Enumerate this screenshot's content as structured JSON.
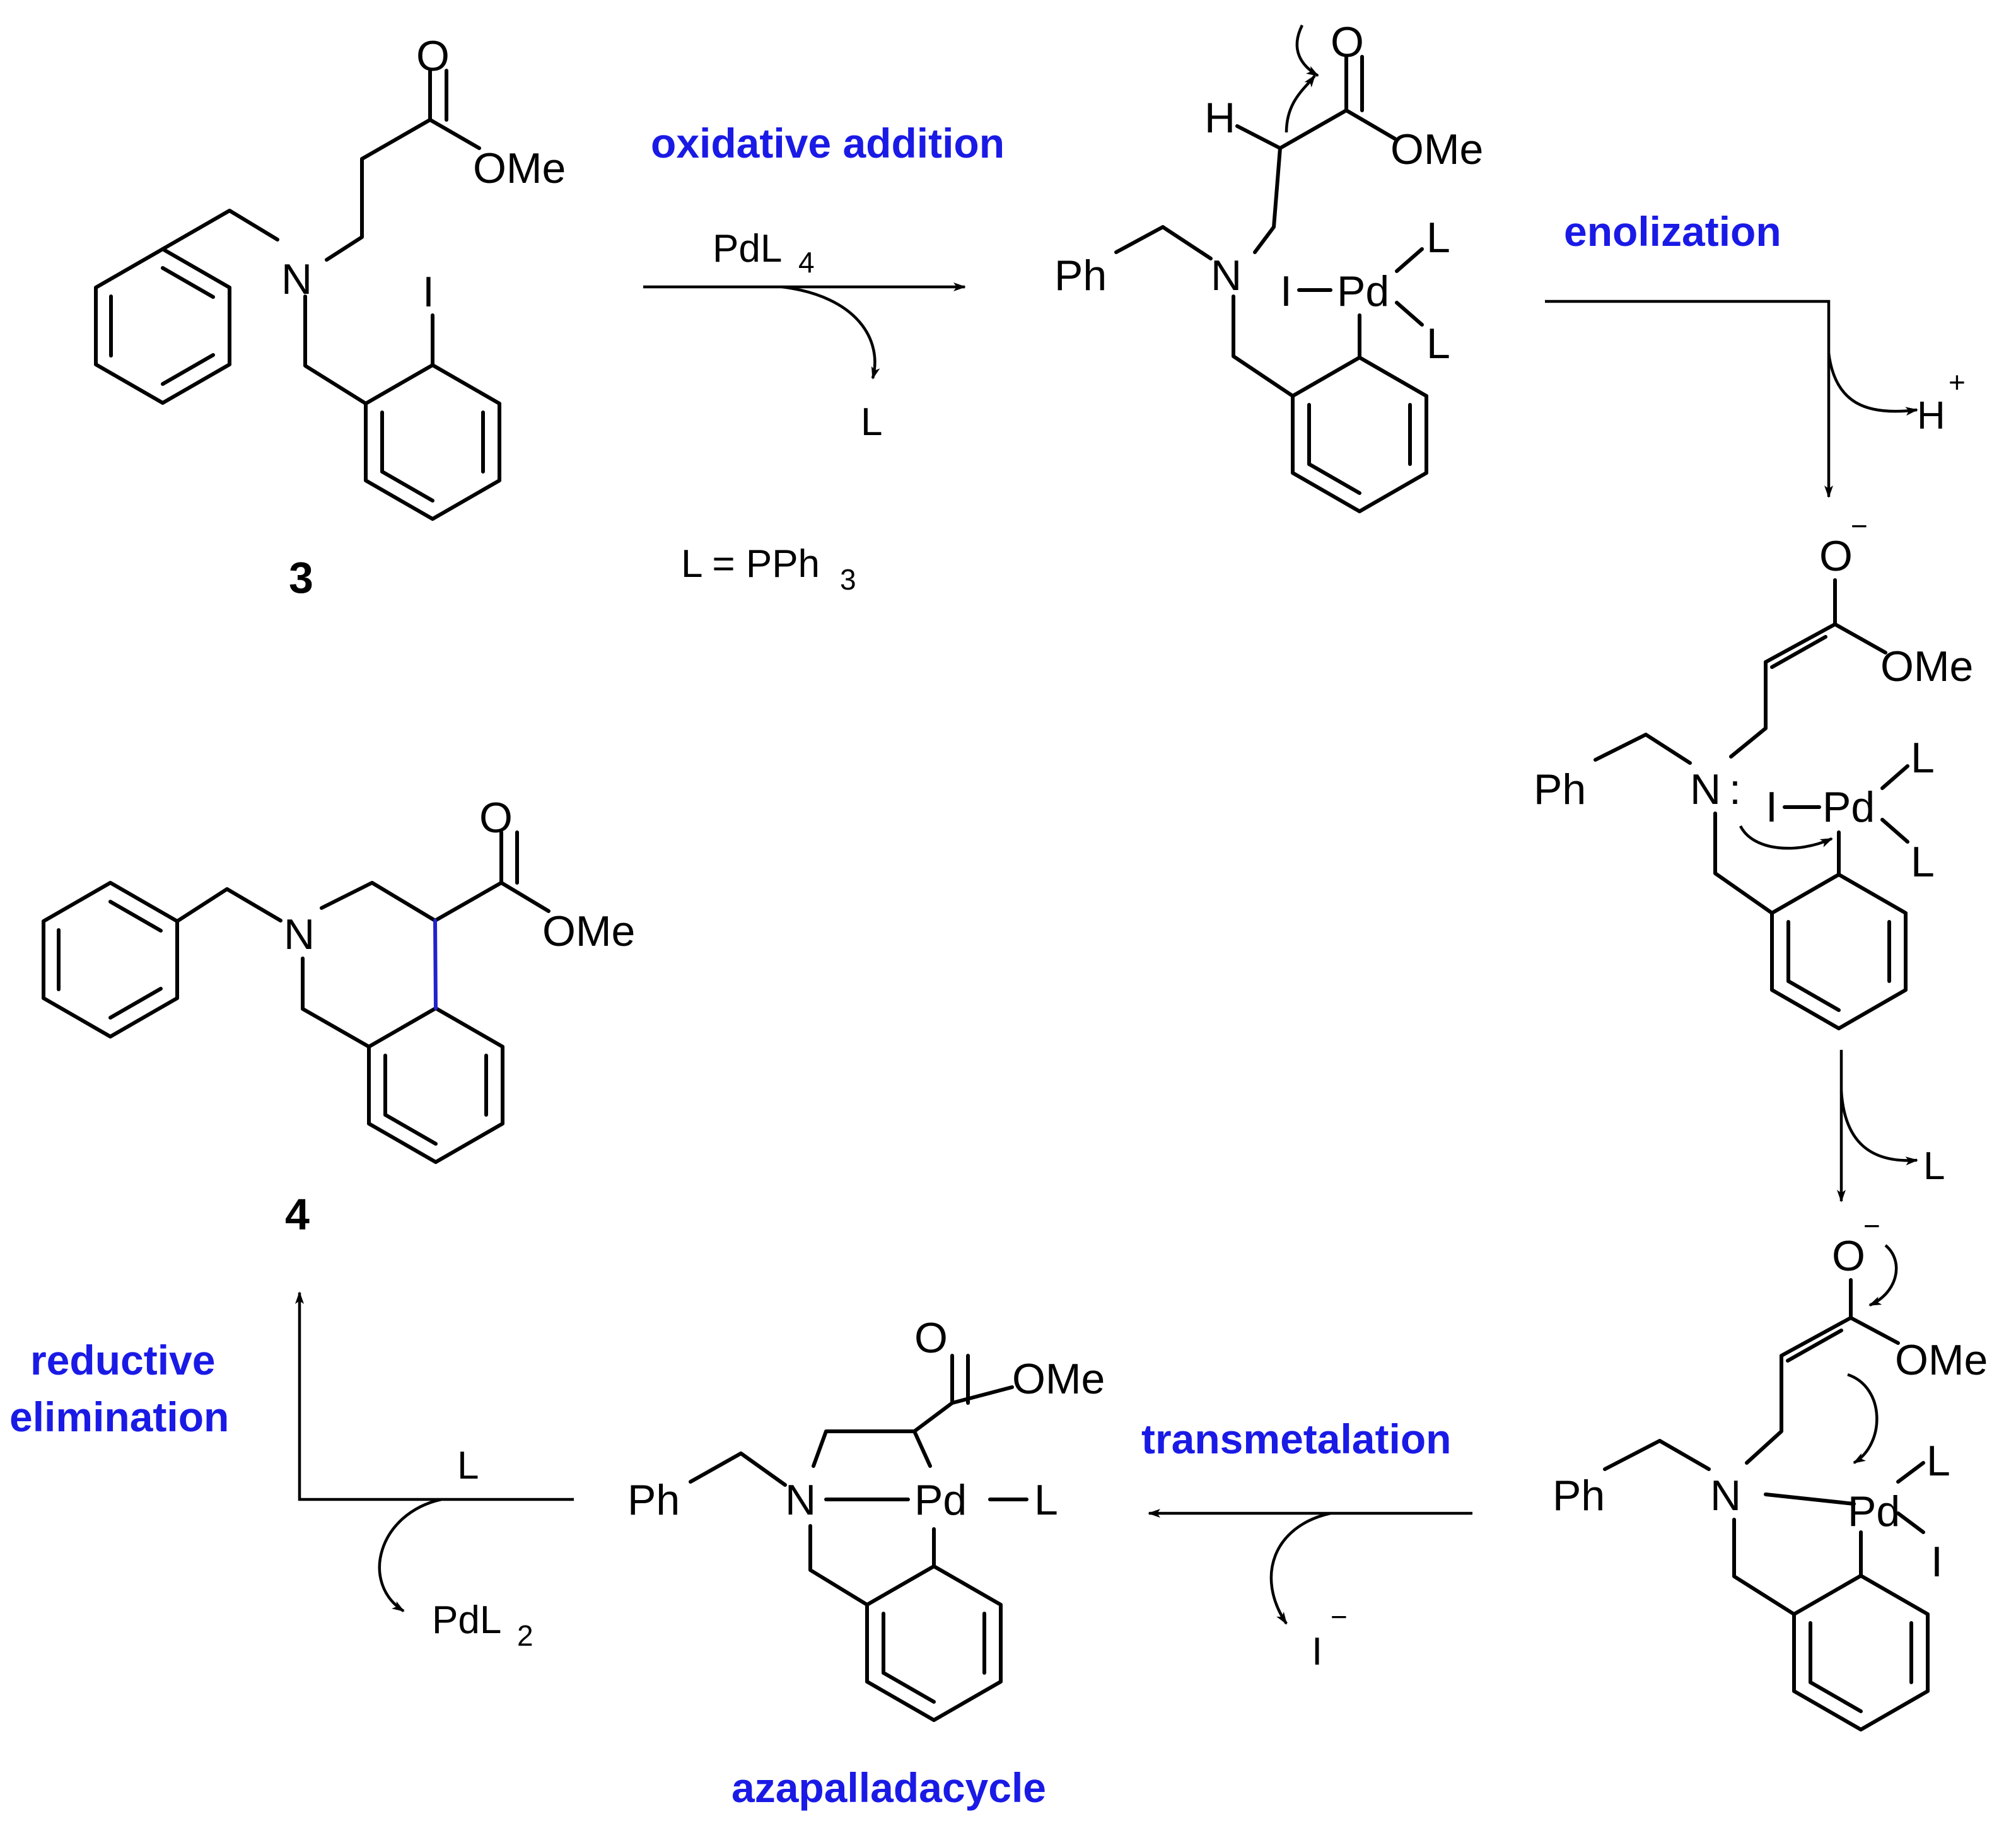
{
  "atoms": {
    "O": "O",
    "OMe": "OMe",
    "N": "N",
    "I": "I",
    "H": "H",
    "Ph": "Ph",
    "Pd": "Pd",
    "L": "L",
    "lone_pair": ":",
    "minus": "−",
    "plus": "+"
  },
  "compounds": {
    "start_label": "3",
    "product_label": "4"
  },
  "steps": {
    "oxidative_addition": "oxidative addition",
    "enolization": "enolization",
    "transmetalation": "transmetalation",
    "reductive_elimination_line1": "reductive",
    "reductive_elimination_line2": "elimination",
    "azapalladacycle": "azapalladacycle"
  },
  "reagents": {
    "pdl4_main": "PdL",
    "pdl4_sub": "4",
    "ligand_def": "L = PPh",
    "ligand_def_sub": "3",
    "lost_ligand": "L",
    "proton": "H",
    "iodide": "I",
    "pdl2_main": "PdL",
    "pdl2_sub": "2"
  },
  "colors": {
    "step_label": "#1a1ae6",
    "new_bond": "#2222cc",
    "structure": "#000000"
  }
}
